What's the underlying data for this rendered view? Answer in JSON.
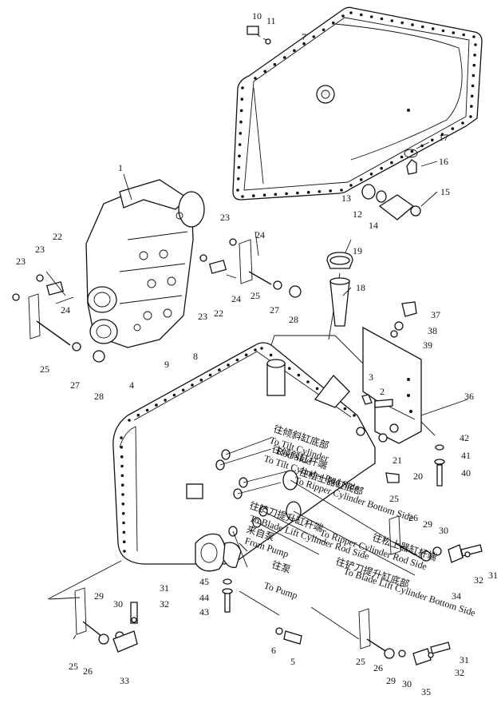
{
  "labels": [
    {
      "id": "p10",
      "text": "10"
    },
    {
      "id": "p11",
      "text": "11"
    },
    {
      "id": "p7",
      "text": "7"
    },
    {
      "id": "p17",
      "text": "17"
    },
    {
      "id": "p16",
      "text": "16"
    },
    {
      "id": "p15",
      "text": "15"
    },
    {
      "id": "p13",
      "text": "13"
    },
    {
      "id": "p12",
      "text": "12"
    },
    {
      "id": "p14",
      "text": "14"
    },
    {
      "id": "p1",
      "text": "1"
    },
    {
      "id": "p22a",
      "text": "22"
    },
    {
      "id": "p23a",
      "text": "23"
    },
    {
      "id": "p23b",
      "text": "23"
    },
    {
      "id": "p24a",
      "text": "24"
    },
    {
      "id": "p25a",
      "text": "25"
    },
    {
      "id": "p27a",
      "text": "27"
    },
    {
      "id": "p28a",
      "text": "28"
    },
    {
      "id": "p4",
      "text": "4"
    },
    {
      "id": "p23c",
      "text": "23"
    },
    {
      "id": "p22b",
      "text": "22"
    },
    {
      "id": "p24b",
      "text": "24"
    },
    {
      "id": "p23d",
      "text": "23"
    },
    {
      "id": "p24c",
      "text": "24"
    },
    {
      "id": "p25b",
      "text": "25"
    },
    {
      "id": "p27b",
      "text": "27"
    },
    {
      "id": "p28b",
      "text": "28"
    },
    {
      "id": "p19",
      "text": "19"
    },
    {
      "id": "p18",
      "text": "18"
    },
    {
      "id": "p37",
      "text": "37"
    },
    {
      "id": "p38",
      "text": "38"
    },
    {
      "id": "p39",
      "text": "39"
    },
    {
      "id": "p8",
      "text": "8"
    },
    {
      "id": "p9",
      "text": "9"
    },
    {
      "id": "p3",
      "text": "3"
    },
    {
      "id": "p2",
      "text": "2"
    },
    {
      "id": "p36",
      "text": "36"
    },
    {
      "id": "p42",
      "text": "42"
    },
    {
      "id": "p41",
      "text": "41"
    },
    {
      "id": "p21",
      "text": "21"
    },
    {
      "id": "p20",
      "text": "20"
    },
    {
      "id": "p40",
      "text": "40"
    },
    {
      "id": "p25c",
      "text": "25"
    },
    {
      "id": "p26a",
      "text": "26"
    },
    {
      "id": "p29a",
      "text": "29"
    },
    {
      "id": "p30a",
      "text": "30"
    },
    {
      "id": "p31a",
      "text": "31"
    },
    {
      "id": "p32a",
      "text": "32"
    },
    {
      "id": "p34",
      "text": "34"
    },
    {
      "id": "p29b",
      "text": "29"
    },
    {
      "id": "p30b",
      "text": "30"
    },
    {
      "id": "p31b",
      "text": "31"
    },
    {
      "id": "p32b",
      "text": "32"
    },
    {
      "id": "p25d",
      "text": "25"
    },
    {
      "id": "p26b",
      "text": "26"
    },
    {
      "id": "p33",
      "text": "33"
    },
    {
      "id": "p45",
      "text": "45"
    },
    {
      "id": "p44",
      "text": "44"
    },
    {
      "id": "p43",
      "text": "43"
    },
    {
      "id": "p6",
      "text": "6"
    },
    {
      "id": "p5",
      "text": "5"
    },
    {
      "id": "p25e",
      "text": "25"
    },
    {
      "id": "p26c",
      "text": "26"
    },
    {
      "id": "p29c",
      "text": "29"
    },
    {
      "id": "p30c",
      "text": "30"
    },
    {
      "id": "p31c",
      "text": "31"
    },
    {
      "id": "p32c",
      "text": "32"
    },
    {
      "id": "p35",
      "text": "35"
    }
  ],
  "annotations": {
    "tilt_bottom_cn": "往倾斜缸底部",
    "tilt_bottom_en1": "To Tilt Cylinder",
    "tilt_bottom_en2": "Rod Side",
    "tilt_rod_cn": "往倾斜缸杆端",
    "tilt_rod_en": "To Tilt Cylinder Rod Side",
    "ripper_bottom_cn": "往松土器缸底部",
    "ripper_bottom_en": "To Ripper Cylinder Bottom Side",
    "ripper_rod_en": "To Ripper Cylinder Rod Side",
    "ripper_rod_cn": "往松土器缸杆端",
    "blade_rod_cn": "往铲刀提升缸杆端",
    "blade_bottom_cn": "往铲刀提升缸底部",
    "blade_rod_en": "To Blade Lift Cylinder Rod Side",
    "blade_bottom_en": "To Blade Lift Cylinder Bottom Side",
    "from_pump_cn": "来自泵",
    "from_pump_en": "From Pump",
    "to_pump_cn": "往泵",
    "to_pump_en": "To Pump"
  }
}
